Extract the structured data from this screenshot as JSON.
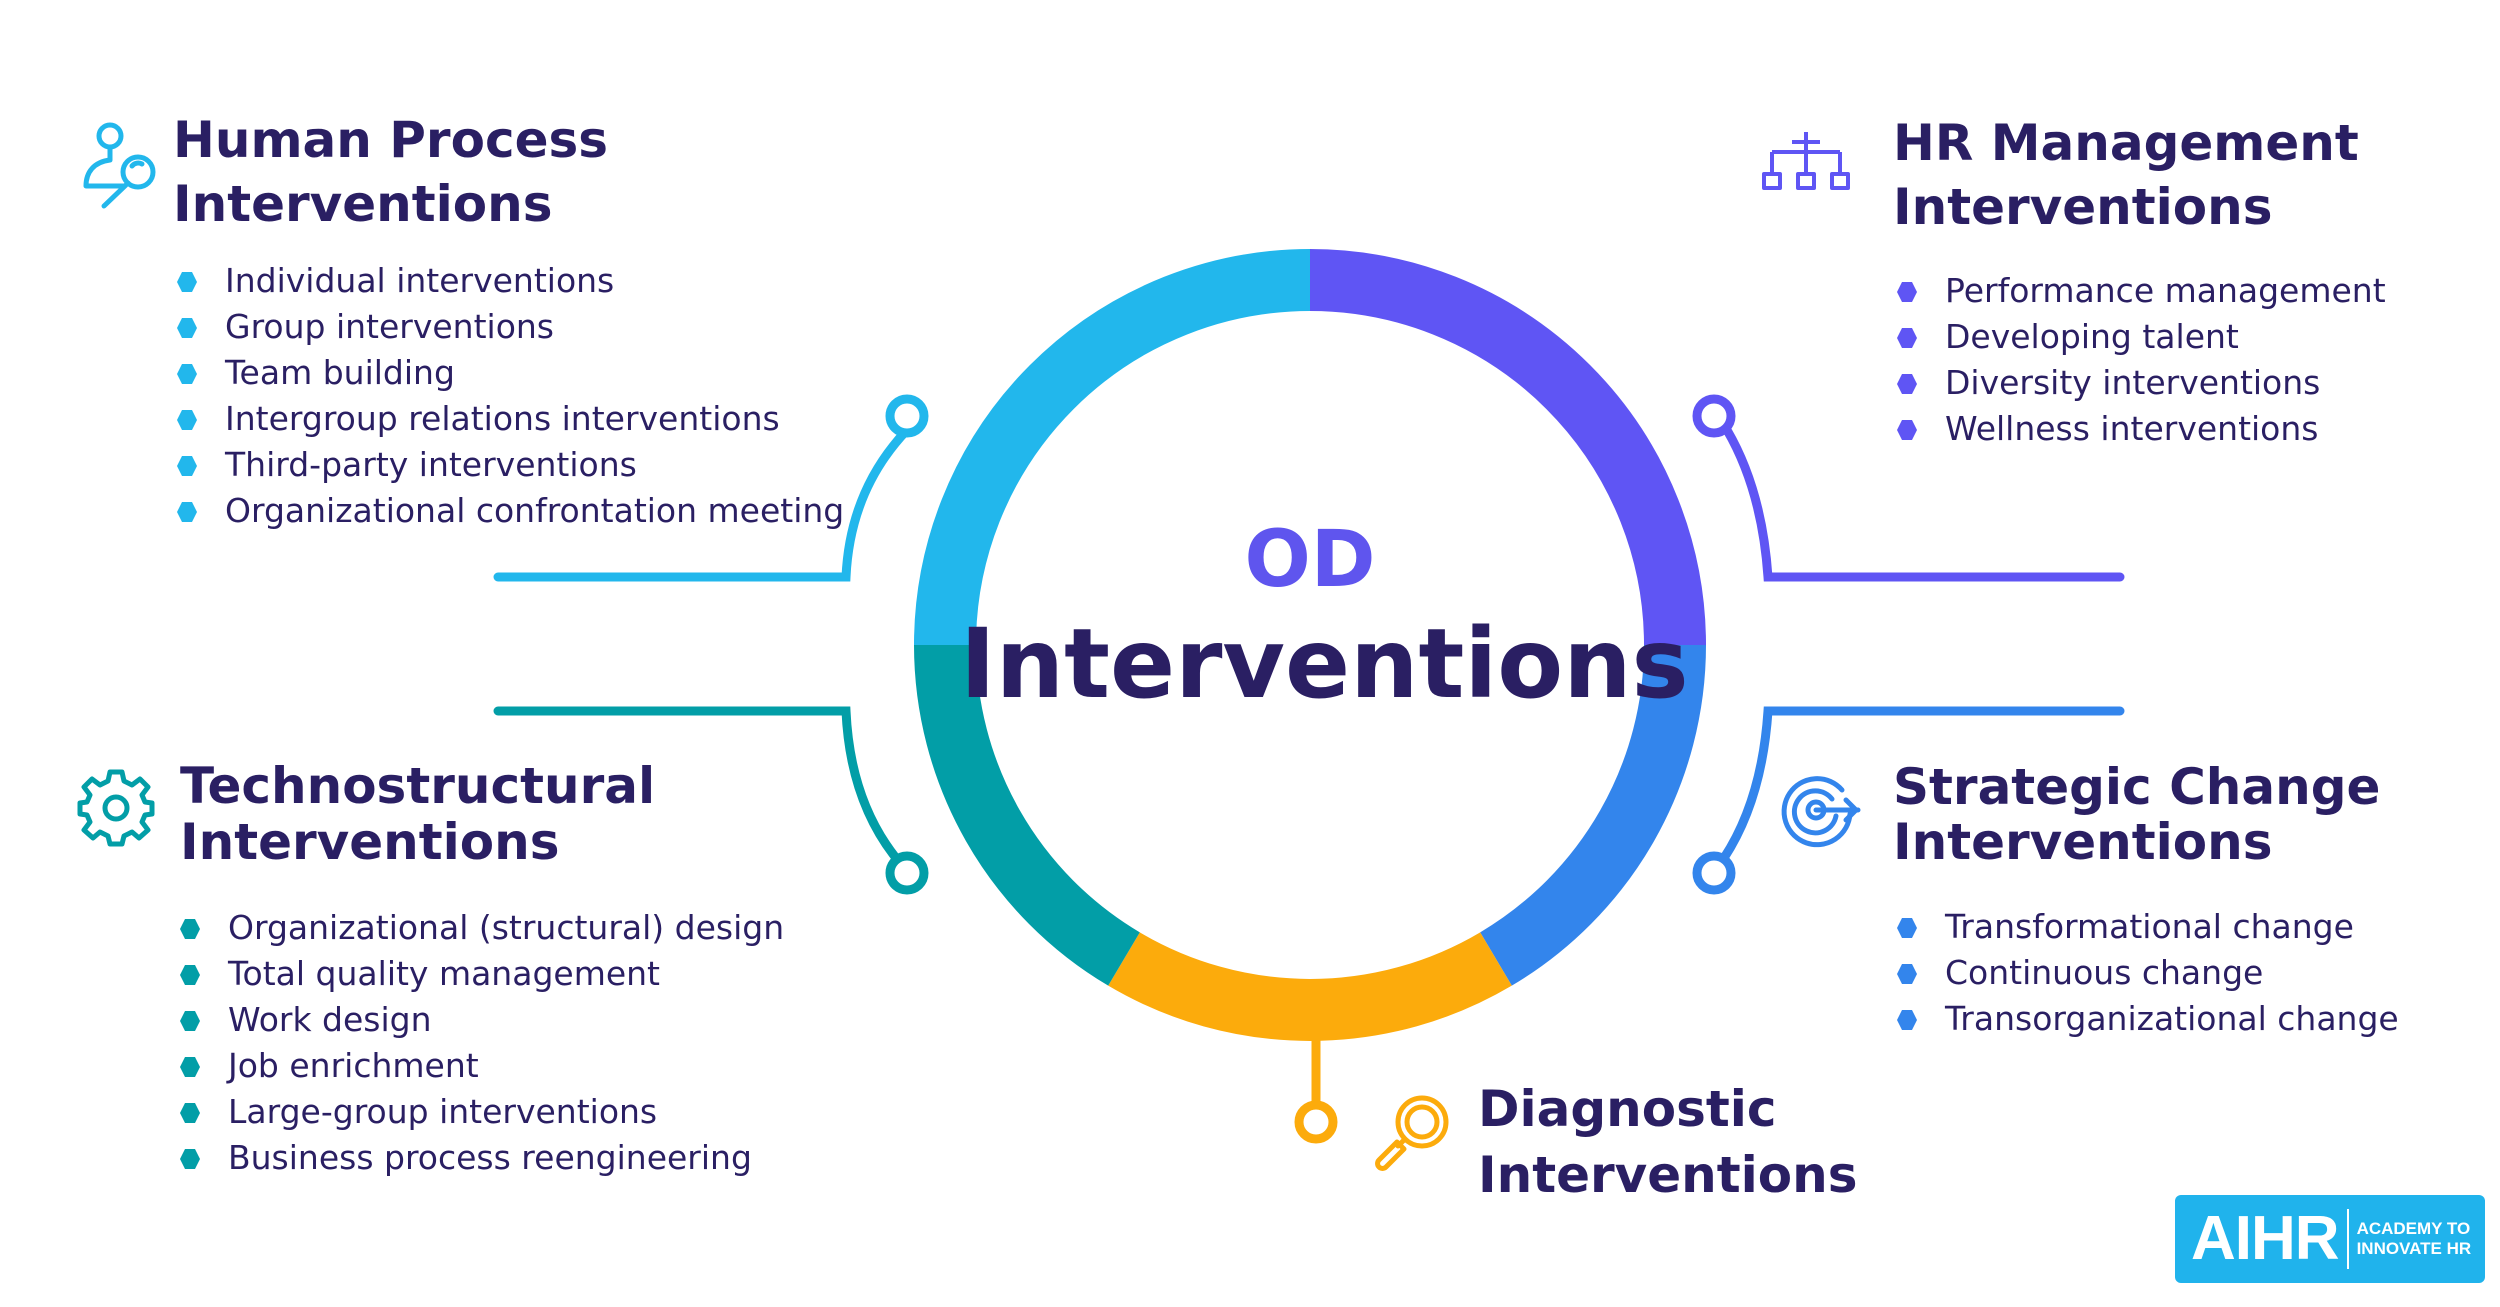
{
  "center": {
    "line1": "OD",
    "line2": "Interventions"
  },
  "colors": {
    "human_process": "#22b7ec",
    "hr_management": "#5f55f4",
    "strategic_change": "#3385ec",
    "diagnostic": "#fcab0c",
    "technostructural": "#029ea7",
    "title_text": "#2a1f63",
    "od_text": "#5f55ee",
    "logo_bg": "#20b3ec"
  },
  "groups": {
    "human_process": {
      "icon": "person-magnifier-icon",
      "title_line1": "Human Process",
      "title_line2": "Interventions",
      "items": [
        "Individual interventions",
        "Group interventions",
        "Team building",
        "Intergroup relations interventions",
        "Third-party interventions",
        "Organizational confrontation meeting"
      ]
    },
    "hr_management": {
      "icon": "org-chart-icon",
      "title_line1": "HR Management",
      "title_line2": "Interventions",
      "items": [
        "Performance management",
        "Developing talent",
        "Diversity interventions",
        "Wellness interventions"
      ]
    },
    "technostructural": {
      "icon": "gear-icon",
      "title_line1": "Technostructural",
      "title_line2": "Interventions",
      "items": [
        "Organizational (structural) design",
        "Total quality management",
        "Work design",
        "Job enrichment",
        "Large-group interventions",
        "Business process reengineering"
      ]
    },
    "strategic_change": {
      "icon": "target-arrow-icon",
      "title_line1": "Strategic Change",
      "title_line2": "Interventions",
      "items": [
        "Transformational change",
        "Continuous change",
        "Transorganizational change"
      ]
    },
    "diagnostic": {
      "icon": "magnifier-icon",
      "title_line1": "Diagnostic",
      "title_line2": "Interventions"
    }
  },
  "logo": {
    "mark": "AIHR",
    "tagline_line1": "ACADEMY TO",
    "tagline_line2": "INNOVATE HR"
  }
}
